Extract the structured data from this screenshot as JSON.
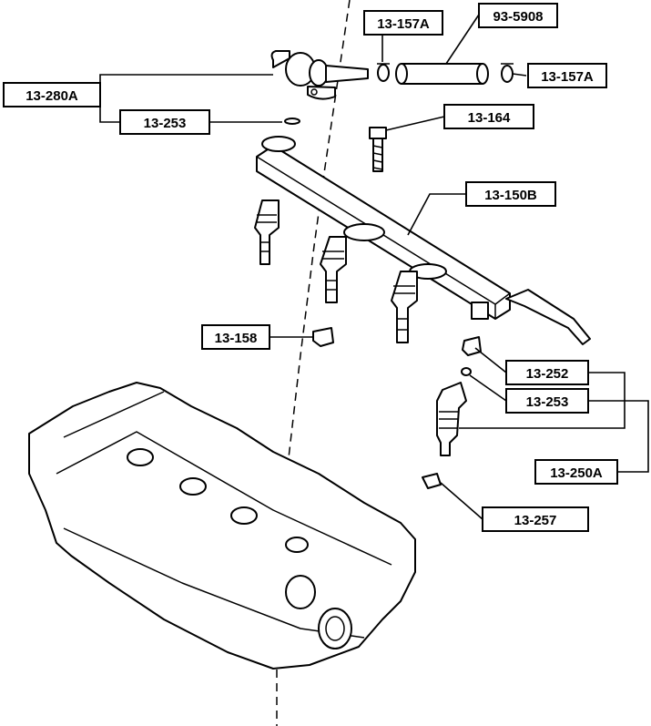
{
  "labels": {
    "reg_assy": "13-280A",
    "o_ring_top": "13-253",
    "clamp_left": "13-157A",
    "hose": "93-5908",
    "clamp_right": "13-157A",
    "bolt": "13-164",
    "fuel_rail": "13-150B",
    "insulator_left": "13-158",
    "cushion": "13-252",
    "o_ring_inj": "13-253",
    "injector_assy": "13-250A",
    "seal": "13-257"
  }
}
